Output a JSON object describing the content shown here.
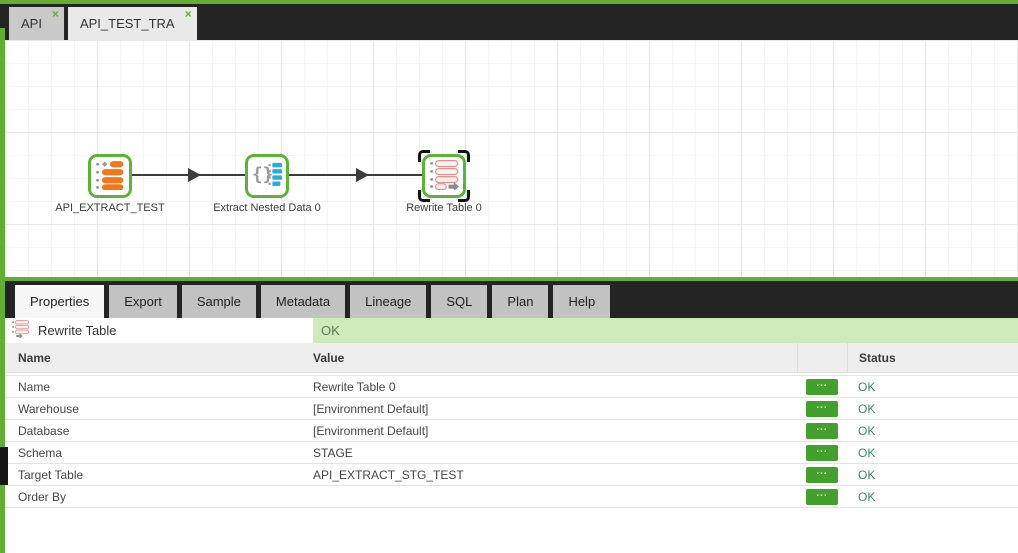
{
  "colors": {
    "accent": "#64ad33",
    "accent-bright": "#5db337",
    "ok-bar": "#cfe9ba",
    "btn-green": "#44a02c",
    "node-orange": "#f0771e",
    "node-blue": "#29abe2",
    "node-pink": "#e89090"
  },
  "window": {
    "tab_close": "×",
    "tabs": [
      {
        "label": "API",
        "active": false
      },
      {
        "label": "API_TEST_TRA",
        "active": true
      }
    ]
  },
  "canvas": {
    "nodes": [
      {
        "label": "API_EXTRACT_TEST",
        "type": "api-extract",
        "selected": false
      },
      {
        "label": "Extract Nested Data 0",
        "type": "extract-nested-data",
        "selected": false
      },
      {
        "label": "Rewrite Table 0",
        "type": "rewrite-table",
        "selected": true
      }
    ]
  },
  "panel": {
    "tabs": [
      "Properties",
      "Export",
      "Sample",
      "Metadata",
      "Lineage",
      "SQL",
      "Plan",
      "Help"
    ],
    "active_tab": "Properties",
    "component": {
      "name": "Rewrite Table",
      "status": "OK"
    },
    "table": {
      "headers": {
        "name": "Name",
        "value": "Value",
        "status": "Status"
      },
      "button_label": "...",
      "rows": [
        {
          "name": "Name",
          "value": "Rewrite Table 0",
          "button": "...",
          "status": "OK"
        },
        {
          "name": "Warehouse",
          "value": "[Environment Default]",
          "button": "...",
          "status": "OK"
        },
        {
          "name": "Database",
          "value": "[Environment Default]",
          "button": "...",
          "status": "OK"
        },
        {
          "name": "Schema",
          "value": "STAGE",
          "button": "...",
          "status": "OK"
        },
        {
          "name": "Target Table",
          "value": "API_EXTRACT_STG_TEST",
          "button": "...",
          "status": "OK"
        },
        {
          "name": "Order By",
          "value": "",
          "button": "...",
          "status": "OK"
        }
      ]
    }
  }
}
